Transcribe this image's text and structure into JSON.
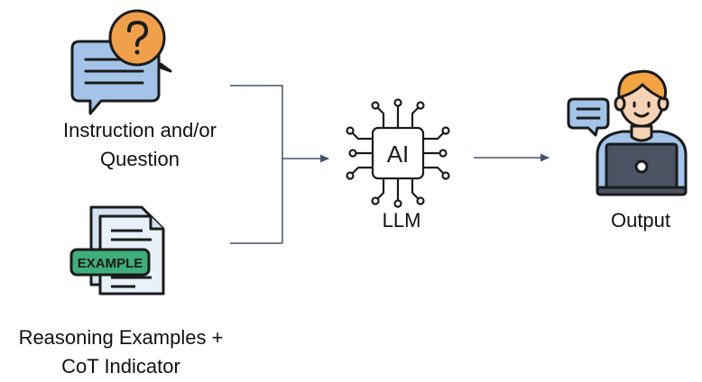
{
  "inputs": {
    "instruction": {
      "lines": [
        "Instruction and/or",
        "Question"
      ],
      "icon": "question-chat-bubbles-icon"
    },
    "reasoning": {
      "lines": [
        "Reasoning Examples +",
        "CoT Indicator"
      ],
      "icon": "example-documents-icon",
      "badge_text": "EXAMPLE"
    }
  },
  "model": {
    "label": "LLM",
    "chip_text": "AI",
    "icon": "ai-chip-icon"
  },
  "result": {
    "label": "Output",
    "icon": "person-laptop-icon"
  },
  "colors": {
    "connector": "#44546a",
    "bubble_orange": "#f0a04b",
    "bubble_blue": "#a3c4e8",
    "badge_green": "#3fae7a",
    "outline": "#1b1b1b",
    "laptop": "#4b5363",
    "shirt": "#a3c4e8",
    "hair": "#f3a341",
    "skin": "#f7d3b5"
  }
}
